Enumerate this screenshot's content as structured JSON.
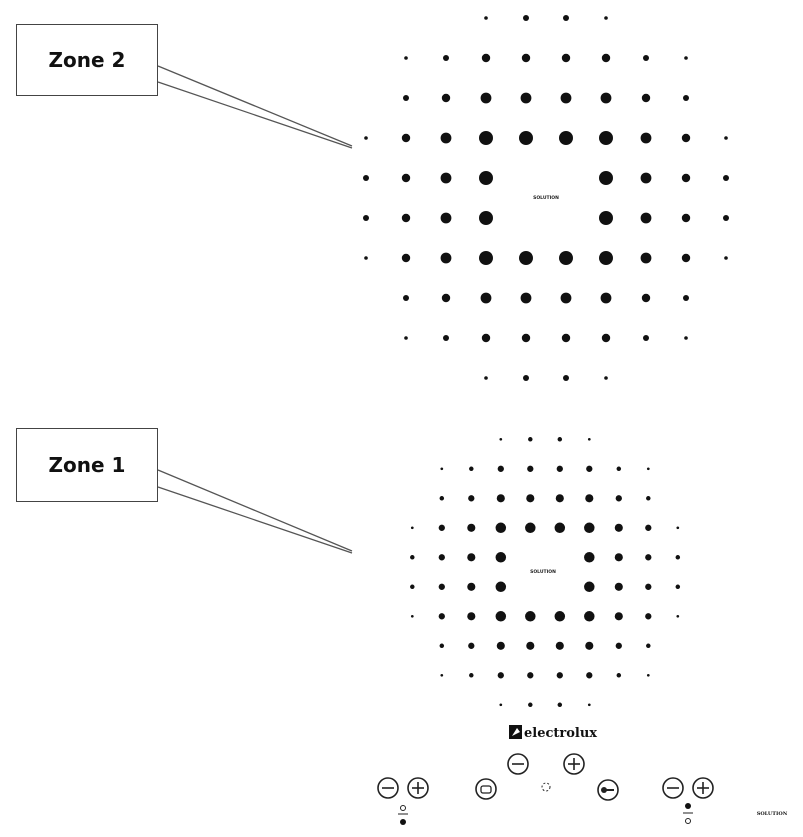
{
  "zones": [
    {
      "id": "zone2",
      "label": "Zone 2"
    },
    {
      "id": "zone1",
      "label": "Zone 1"
    }
  ],
  "brand": {
    "name": "electrolux",
    "icon": "electrolux-logo-icon"
  },
  "model": {
    "center_label": "SOLUTION",
    "corner_label": "SOLUTION"
  },
  "controls": {
    "minus_symbol": "−",
    "plus_symbol": "+",
    "icons": [
      "minus-icon",
      "plus-icon",
      "timer-icon",
      "lock-icon",
      "pan-detect-icon",
      "zone-indicator-icon"
    ]
  },
  "colors": {
    "dot": "#111111",
    "line": "#555555",
    "background": "#ffffff"
  }
}
